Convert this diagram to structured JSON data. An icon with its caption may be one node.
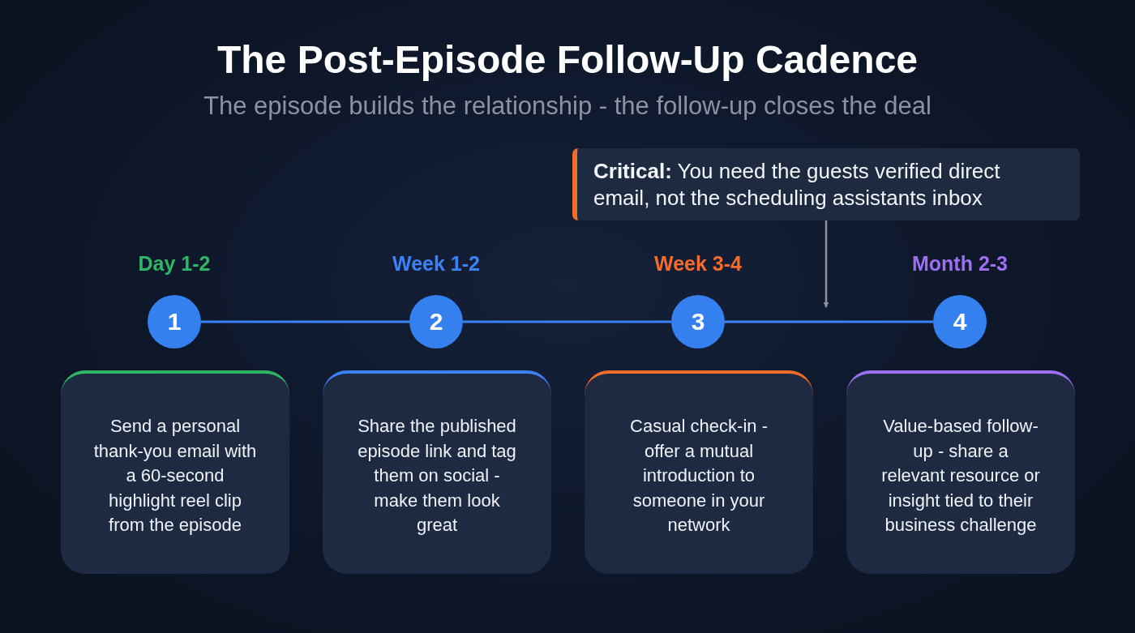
{
  "diagram": {
    "title": "The Post-Episode Follow-Up Cadence",
    "nodes": [
      {
        "text": [
          "**Critical:** You need the guests verified direct email, not the scheduling assistants inbox"
        ]
      },
      {
        "text": [
          "1"
        ],
        "beside": [
          "Day 1-2"
        ]
      },
      {
        "text": [
          "2"
        ],
        "beside": [
          "Week 1-2"
        ]
      },
      {
        "text": [
          "3"
        ],
        "beside": [
          "Week 3-4"
        ]
      },
      {
        "text": [
          "4"
        ],
        "beside": [
          "Month 2-3"
        ]
      },
      {
        "text": [
          "Send a personal thank-you email with a 60-second highlight reel clip from the episode"
        ]
      },
      {
        "text": [
          "Share the published episode link and tag them on social - make them look great"
        ]
      },
      {
        "text": [
          "Casual check-in - offer a mutual introduction to someone in your network"
        ]
      },
      {
        "text": [
          "Value-based follow-up - share a relevant resource or insight tied to their business challenge"
        ]
      }
    ],
    "edges": [
      {
        "from": 1,
        "to": 2,
        "arrow": "none"
      },
      {
        "from": 2,
        "to": 3,
        "arrow": "none"
      },
      {
        "from": 3,
        "to": 4,
        "arrow": "none"
      },
      {
        "from": 0,
        "to": null,
        "arrow": "to",
        "color": "#8d939e"
      }
    ],
    "labels": [
      "The episode builds the relationship - the follow-up closes the deal"
    ]
  }
}
